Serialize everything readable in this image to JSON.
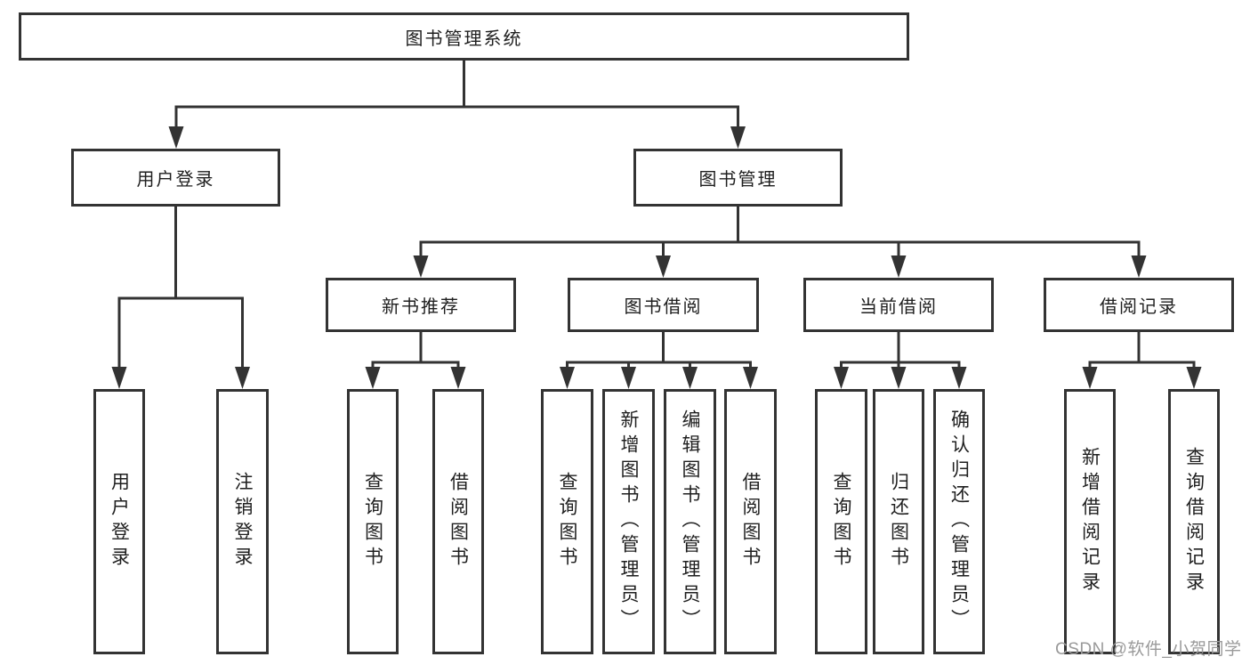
{
  "diagram": {
    "line_color": "#333333",
    "box_border_color": "#333333",
    "text_color": "#1f1f1f",
    "watermark": "CSDN @软件_小贺同学",
    "watermark_color": "#9a9a9a",
    "tree": {
      "root": {
        "label": "图书管理系统",
        "children": [
          {
            "label": "用户登录",
            "children": [
              {
                "label": "用户登录"
              },
              {
                "label": "注销登录"
              }
            ]
          },
          {
            "label": "图书管理",
            "children": [
              {
                "label": "新书推荐",
                "children": [
                  {
                    "label": "查询图书"
                  },
                  {
                    "label": "借阅图书"
                  }
                ]
              },
              {
                "label": "图书借阅",
                "children": [
                  {
                    "label": "查询图书"
                  },
                  {
                    "label": "新增图书（管理员）"
                  },
                  {
                    "label": "编辑图书（管理员）"
                  },
                  {
                    "label": "借阅图书"
                  }
                ]
              },
              {
                "label": "当前借阅",
                "children": [
                  {
                    "label": "查询图书"
                  },
                  {
                    "label": "归还图书"
                  },
                  {
                    "label": "确认归还（管理员）"
                  }
                ]
              },
              {
                "label": "借阅记录",
                "children": [
                  {
                    "label": "新增借阅记录"
                  },
                  {
                    "label": "查询借阅记录"
                  }
                ]
              }
            ]
          }
        ]
      }
    }
  }
}
